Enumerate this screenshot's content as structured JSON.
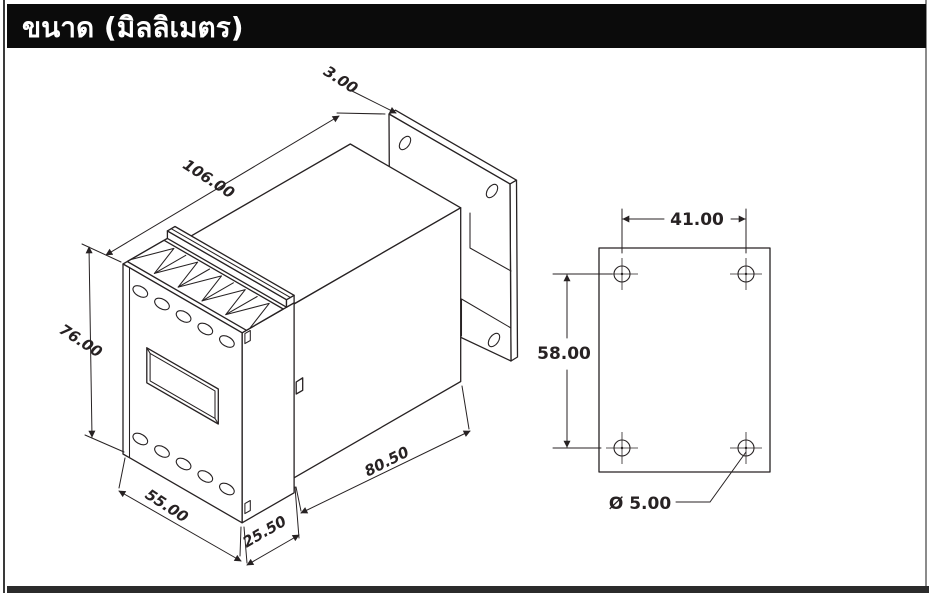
{
  "header": {
    "title": "ขนาด (มิลลิเมตร)"
  },
  "colors": {
    "ink": "#272223",
    "bar": "#0b0b0b",
    "paper": "#ffffff",
    "title_text": "#ffffff"
  },
  "isometric_view": {
    "dims": {
      "plate_thickness": "3.00",
      "total_depth": "106.00",
      "front_height": "76.00",
      "front_width": "55.00",
      "bezel_depth": "25.50",
      "body_depth": "80.50"
    }
  },
  "rear_plate_view": {
    "dims": {
      "hole_spacing_horizontal": "41.00",
      "hole_spacing_vertical": "58.00",
      "hole_diameter": "Ø 5.00"
    }
  }
}
